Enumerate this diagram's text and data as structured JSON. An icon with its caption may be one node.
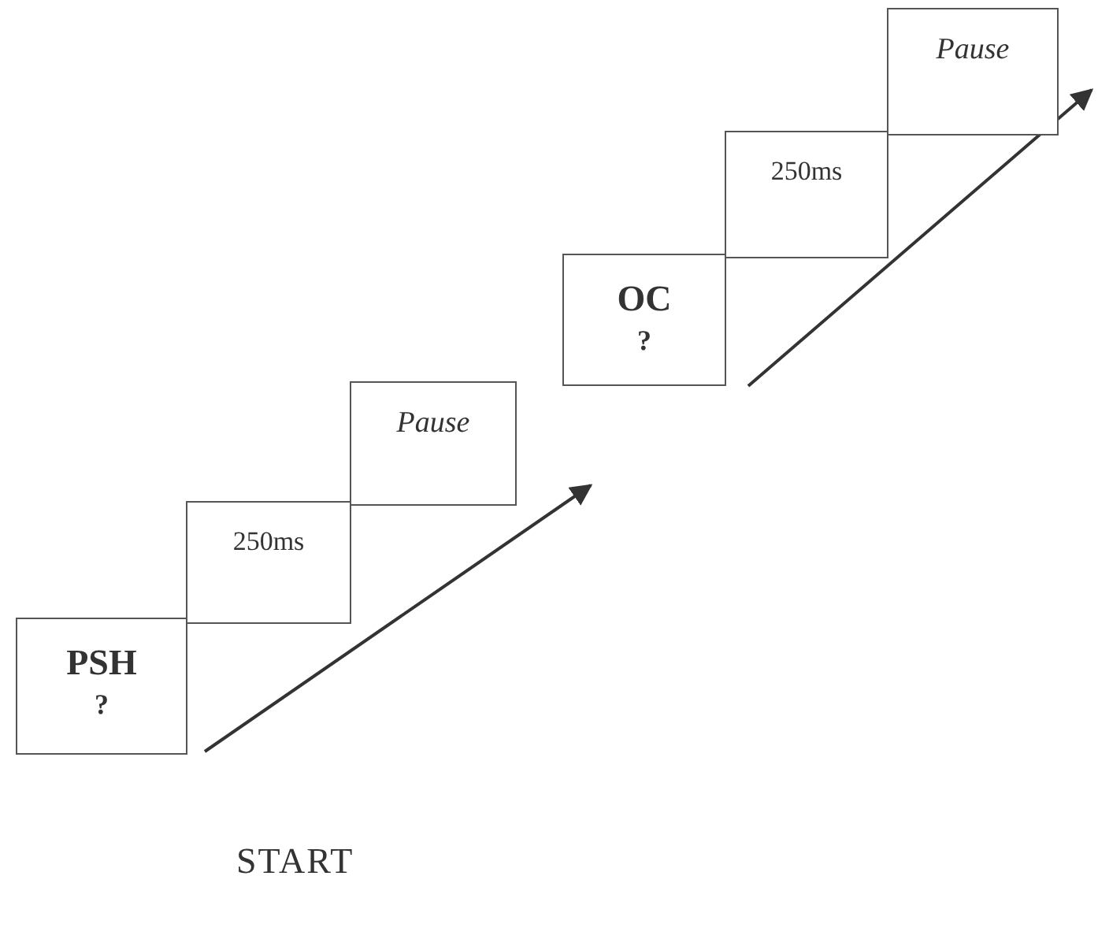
{
  "diagram": {
    "nodes": [
      {
        "text": [
          "PSH",
          "?"
        ]
      },
      {
        "text": [
          "250ms"
        ]
      },
      {
        "text": [
          "Pause"
        ]
      },
      {
        "text": [
          "OC",
          "?"
        ]
      },
      {
        "text": [
          "250ms"
        ]
      },
      {
        "text": [
          "Pause"
        ]
      }
    ],
    "labels": [
      "START"
    ]
  }
}
